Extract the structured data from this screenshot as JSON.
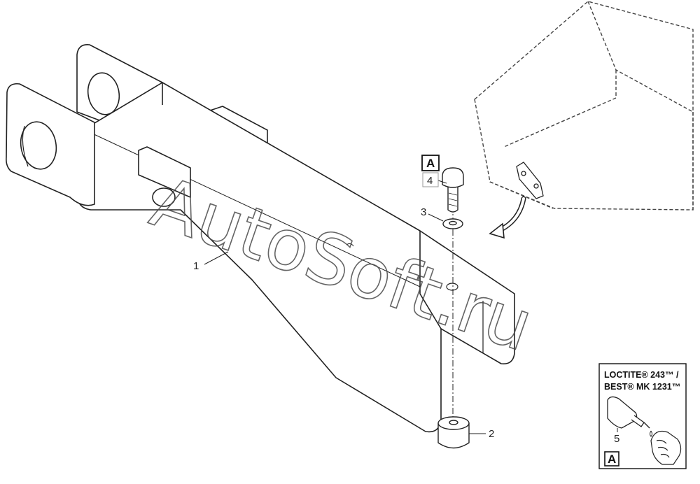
{
  "watermark": "AutoSoft.ru",
  "callouts": {
    "part_1": "1",
    "part_2": "2",
    "part_3": "3",
    "part_4": "4",
    "part_5": "5",
    "detail_a": "A"
  },
  "loctite_box": {
    "line1": "LOCTITE® 243™ /",
    "line2": "BEST® MK 1231™",
    "part": "5",
    "detail": "A"
  }
}
